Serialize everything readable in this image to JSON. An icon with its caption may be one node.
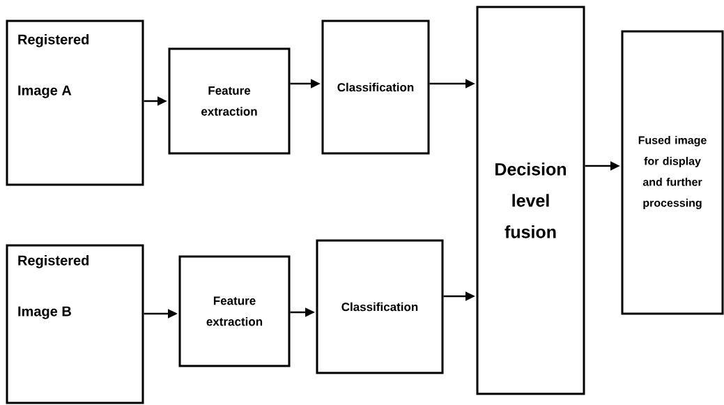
{
  "diagram": {
    "nodes": [
      {
        "text": [
          "Registered Image A"
        ]
      },
      {
        "text": [
          "Feature extraction"
        ]
      },
      {
        "text": [
          "Classification"
        ]
      },
      {
        "text": [
          "Decision level fusion"
        ]
      },
      {
        "text": [
          "Fused image for display and further processing"
        ]
      },
      {
        "text": [
          "Registered Image B"
        ]
      },
      {
        "text": [
          "Feature extraction"
        ]
      },
      {
        "text": [
          "Classification"
        ]
      }
    ],
    "edges": [
      {
        "from": 0,
        "to": 1,
        "arrow": "to"
      },
      {
        "from": 1,
        "to": 2,
        "arrow": "to"
      },
      {
        "from": 2,
        "to": 3,
        "arrow": "to"
      },
      {
        "from": 3,
        "to": 4,
        "arrow": "to"
      },
      {
        "from": 5,
        "to": 6,
        "arrow": "to"
      },
      {
        "from": 6,
        "to": 7,
        "arrow": "to"
      },
      {
        "from": 7,
        "to": 3,
        "arrow": "to"
      }
    ]
  }
}
